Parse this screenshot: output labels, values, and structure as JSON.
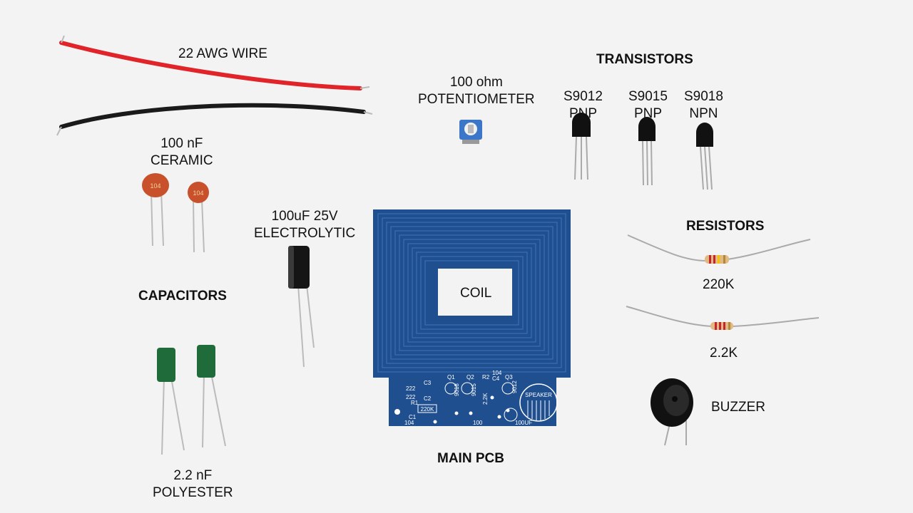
{
  "labels": {
    "wire": "22 AWG WIRE",
    "potentiometer_line1": "100 ohm",
    "potentiometer_line2": "POTENTIOMETER",
    "transistors": "TRANSISTORS",
    "s9012_line1": "S9012",
    "s9012_line2": "PNP",
    "s9015_line1": "S9015",
    "s9015_line2": "PNP",
    "s9018_line1": "S9018",
    "s9018_line2": "NPN",
    "ceramic_line1": "100 nF",
    "ceramic_line2": "CERAMIC",
    "electrolytic_line1": "100uF 25V",
    "electrolytic_line2": "ELECTROLYTIC",
    "resistors": "RESISTORS",
    "r220k": "220K",
    "r2_2k": "2.2K",
    "capacitors": "CAPACITORS",
    "coil": "COIL",
    "buzzer": "BUZZER",
    "polyester_line1": "2.2 nF",
    "polyester_line2": "POLYESTER",
    "main_pcb": "MAIN PCB"
  },
  "pcb_silkscreen": {
    "speaker": "SPEAKER",
    "r1_value": "220K",
    "r2_value": "2.2K",
    "cap104": "104",
    "cap222a": "222",
    "cap222b": "222",
    "pot": "100",
    "elec": "100UF",
    "q1": "Q1",
    "q2": "Q2",
    "q3": "Q3",
    "q1_part": "9018",
    "q2_part": "9015",
    "q3_part": "9012",
    "r1": "R1",
    "r2": "R2",
    "c1": "C1",
    "c2": "C2",
    "c3": "C3",
    "c4": "C4",
    "c4_val": "104",
    "c1_val": "104"
  },
  "ceramic_marking": "104",
  "colors": {
    "background": "#f3f3f3",
    "pcb_blue": "#1f4f8f",
    "wire_red": "#e0242a",
    "wire_black": "#1a1a1a",
    "ceramic_orange": "#c8502a",
    "polyester_green": "#1f6b3a"
  }
}
